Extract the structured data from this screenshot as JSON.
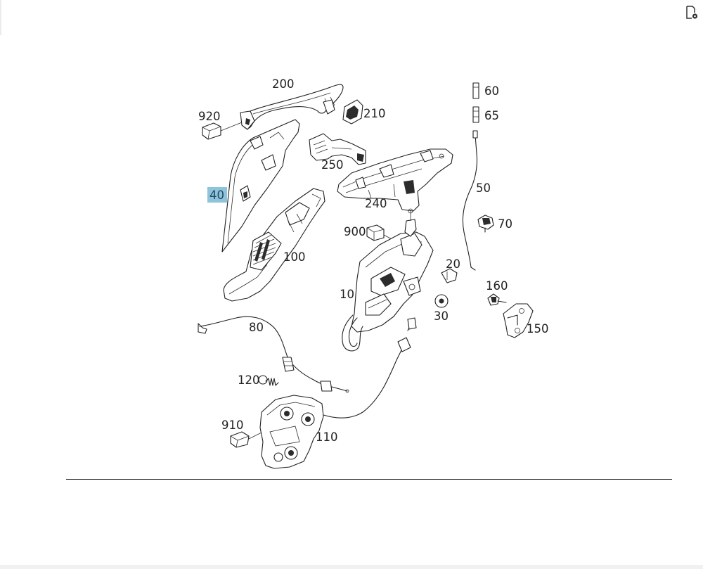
{
  "toolbar": {
    "corner_icon": "document-settings-icon"
  },
  "diagram": {
    "highlight_color": "#8ec3dc",
    "callouts": [
      {
        "id": "200",
        "label": "200"
      },
      {
        "id": "920",
        "label": "920"
      },
      {
        "id": "210",
        "label": "210"
      },
      {
        "id": "250",
        "label": "250"
      },
      {
        "id": "40",
        "label": "40",
        "highlighted": true
      },
      {
        "id": "240",
        "label": "240"
      },
      {
        "id": "100",
        "label": "100"
      },
      {
        "id": "900",
        "label": "900"
      },
      {
        "id": "60",
        "label": "60"
      },
      {
        "id": "65",
        "label": "65"
      },
      {
        "id": "50",
        "label": "50"
      },
      {
        "id": "70",
        "label": "70"
      },
      {
        "id": "20",
        "label": "20"
      },
      {
        "id": "10",
        "label": "10"
      },
      {
        "id": "160",
        "label": "160"
      },
      {
        "id": "30",
        "label": "30"
      },
      {
        "id": "150",
        "label": "150"
      },
      {
        "id": "80",
        "label": "80"
      },
      {
        "id": "120",
        "label": "120"
      },
      {
        "id": "910",
        "label": "910"
      },
      {
        "id": "110",
        "label": "110"
      }
    ]
  }
}
